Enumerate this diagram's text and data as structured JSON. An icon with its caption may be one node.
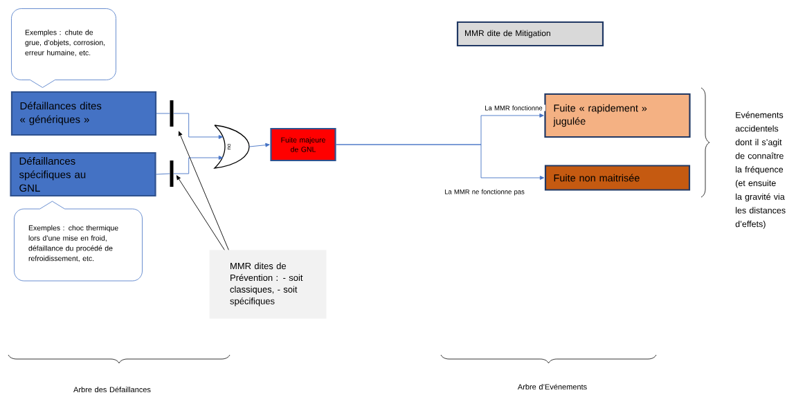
{
  "diagram": {
    "nodes": [
      {
        "text": [
          "Exemples : chute de grue, d’objets, corrosion, erreur humaine, etc."
        ]
      },
      {
        "text": [
          "Défaillances dites « génériques »"
        ]
      },
      {
        "text": [
          "Défaillances spécifiques au GNL"
        ]
      },
      {
        "text": [
          "Exemples : choc thermique lors d’une mise en froid, défaillance du procédé de refroidissement, etc."
        ]
      },
      {
        "text": [],
        "shape": "bar"
      },
      {
        "text": [],
        "shape": "bar"
      },
      {
        "text": [
          "ou"
        ]
      },
      {
        "text": [
          "Fuite majeure de GNL"
        ]
      },
      {
        "text": [
          "MMR dites de Prévention : - soit classiques, - soit spécifiques"
        ]
      },
      {
        "text": [
          "MMR dite de Mitigation"
        ]
      },
      {
        "text": [
          "Fuite « rapidement » jugulée"
        ]
      },
      {
        "text": [
          "Fuite non maitrisée"
        ]
      }
    ],
    "edges": [
      {
        "from": 1,
        "to": 4,
        "arrow": "none"
      },
      {
        "from": 4,
        "to": 6,
        "arrow": "to"
      },
      {
        "from": 2,
        "to": 5,
        "arrow": "none"
      },
      {
        "from": 5,
        "to": 6,
        "arrow": "to"
      },
      {
        "from": 6,
        "to": 7,
        "arrow": "to"
      },
      {
        "from": 7,
        "to": 10,
        "arrow": "to",
        "label": "La MMR fonctionne"
      },
      {
        "from": 7,
        "to": 11,
        "arrow": "to",
        "label": "La MMR ne fonctionne pas"
      },
      {
        "from": 8,
        "to": 4,
        "arrow": "to",
        "color": "#000000"
      },
      {
        "from": 8,
        "to": 5,
        "arrow": "to",
        "color": "#000000"
      }
    ],
    "labels": [
      "Evénements accidentels dont il s’agit de connaître la fréquence (et ensuite la gravité via les distances d’effets)",
      "Arbre des Défaillances",
      "Arbre d’Evénements"
    ]
  }
}
